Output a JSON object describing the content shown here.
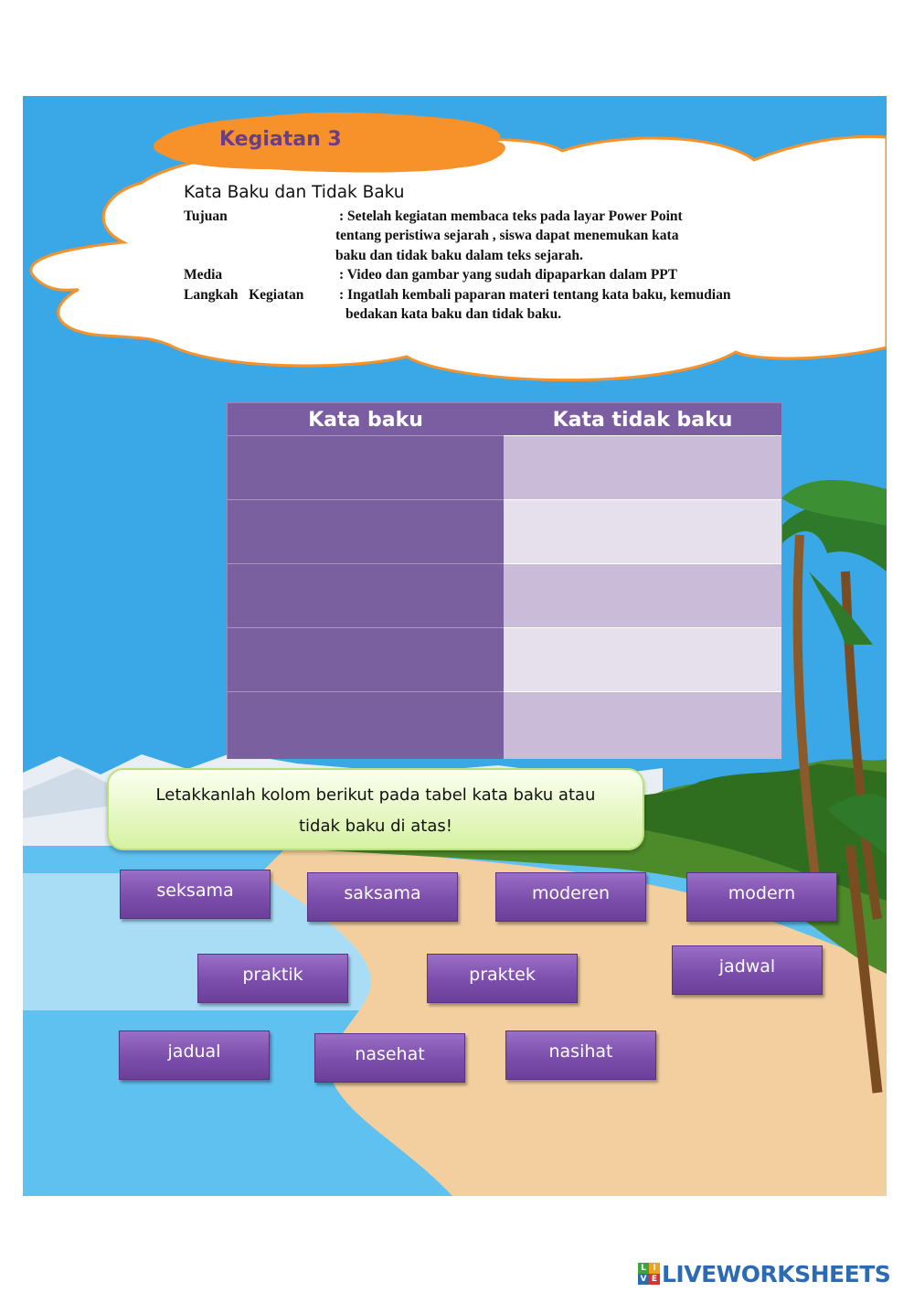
{
  "activity": {
    "badge": "Kegiatan 3",
    "title": "Kata Baku dan Tidak Baku",
    "tujuan_label": "Tujuan",
    "tujuan_line1": ": Setelah kegiatan membaca teks pada layar Power Point",
    "tujuan_line2": "tentang peristiwa sejarah , siswa dapat menemukan kata",
    "tujuan_line3": "baku dan tidak baku dalam teks sejarah.",
    "media_label": "Media",
    "media_value": ": Video dan gambar yang sudah dipaparkan dalam PPT",
    "langkah_label": "Langkah   Kegiatan",
    "langkah_line1": ":  Ingatlah kembali paparan materi tentang kata baku, kemudian",
    "langkah_line2": "bedakan kata baku dan tidak baku."
  },
  "table": {
    "col1_header": "Kata baku",
    "col2_header": "Kata tidak baku",
    "rows": 5
  },
  "instruction": {
    "line1": "Letakkanlah kolom berikut pada tabel kata baku atau",
    "line2": "tidak baku di atas!"
  },
  "words": [
    "seksama",
    "saksama",
    "moderen",
    "modern",
    "praktik",
    "praktek",
    "jadwal",
    "jadual",
    "nasehat",
    "nasihat"
  ],
  "footer": {
    "brand": "LIVEWORKSHEETS"
  },
  "colors": {
    "sky": "#3aa8e6",
    "tile": "#7b4eab",
    "table_header": "#7b5ea2",
    "badge": "#f7922a"
  }
}
